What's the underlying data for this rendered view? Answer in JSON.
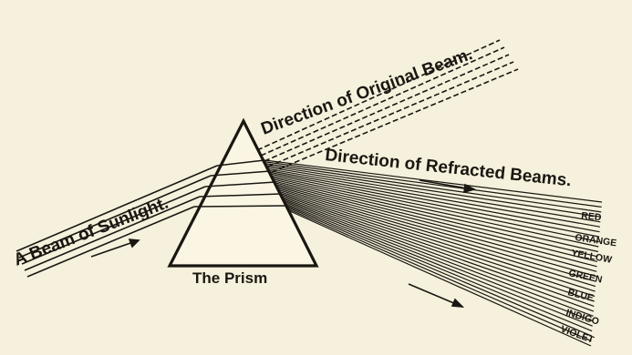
{
  "diagram": {
    "labels": {
      "sunlight": "A Beam of Sunlight.",
      "original": "Direction of Original Beam.",
      "refracted": "Direction of Refracted Beams.",
      "prism": "The Prism"
    },
    "colors": [
      "RED",
      "ORANGE",
      "YELLOW",
      "GREEN",
      "BLUE",
      "INDIGO",
      "VIOLET"
    ],
    "palette": {
      "paper": "#f6f1dc",
      "ink": "#1a1712",
      "prism_fill": "#fbf6e4"
    }
  }
}
